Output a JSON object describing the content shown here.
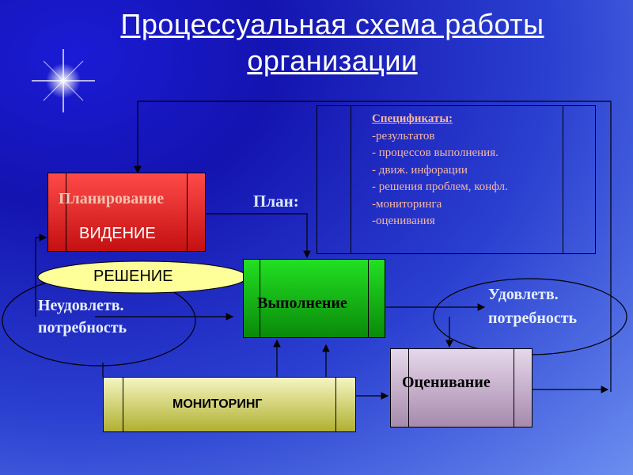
{
  "title": {
    "line1": "Процессуальная схема работы",
    "line2": "организации"
  },
  "nodes": {
    "planning": {
      "label": "Планирование",
      "sublabel": "ВИДЕНИЕ"
    },
    "plan_caption": "План:",
    "execution": {
      "label": "Выполнение"
    },
    "evaluation": {
      "label": "Оценивание"
    },
    "monitoring": {
      "label": "МОНИТОРИНГ"
    },
    "decision": {
      "label": "РЕШЕНИЕ"
    },
    "unsatisfied_need": {
      "line1": "Неудовлетв.",
      "line2": "потребность"
    },
    "satisfied_need": {
      "line1": "Удовлетв.",
      "line2": "потребность"
    }
  },
  "specs": {
    "heading": "Спецификаты:",
    "items": [
      "-результатов",
      "- процессов  выполнения.",
      "- движ. инфорации",
      "- решения проблем, конфл.",
      "-мониторинга",
      "-оценивания"
    ]
  },
  "colors": {
    "planning": "#e02020",
    "execution": "#11b511",
    "evaluation": "#c7b1cc",
    "monitoring": "#e0e08a",
    "decision": "#ffff99",
    "spec_text": "#f5b8a4"
  }
}
